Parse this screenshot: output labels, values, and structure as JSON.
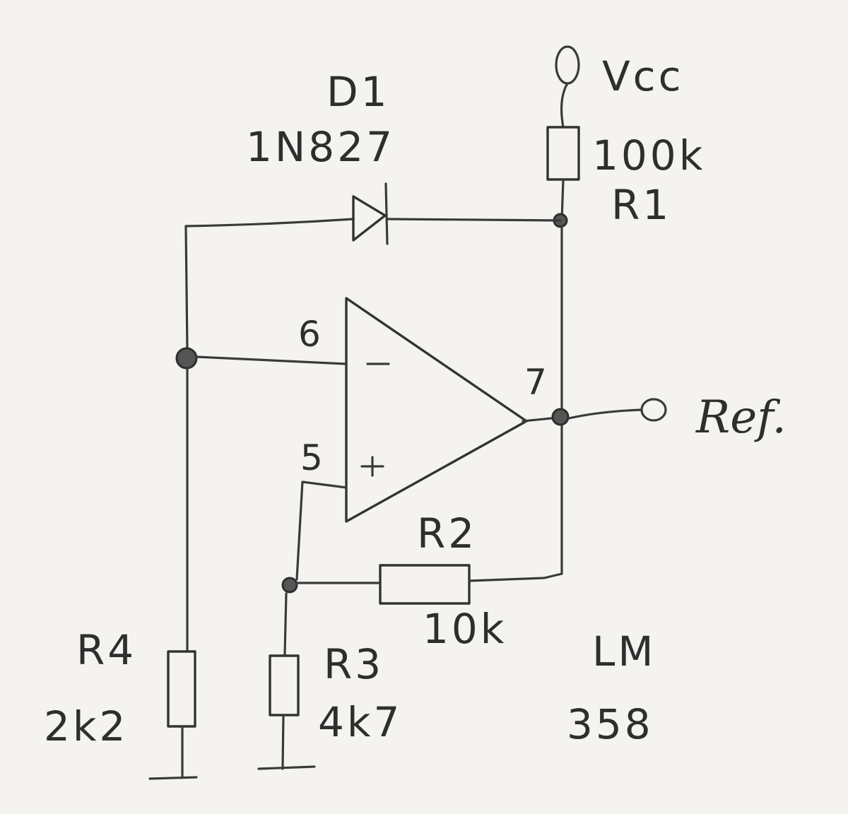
{
  "labels": {
    "d1_name": "D1",
    "d1_part": "1N827",
    "vcc": "Vcc",
    "r1_value": "100k",
    "r1_name": "R1",
    "pin6": "6",
    "pin_minus": "−",
    "pin7": "7",
    "ref": "Ref.",
    "pin5": "5",
    "pin_plus": "+",
    "r2_name": "R2",
    "r2_value": "10k",
    "r3_name": "R3",
    "r3_value": "4k7",
    "r4_name": "R4",
    "r4_value": "2k2",
    "ic_line1": "LM",
    "ic_line2": "358"
  },
  "colors": {
    "paper": "#f4f3f0",
    "ink": "#333333"
  }
}
